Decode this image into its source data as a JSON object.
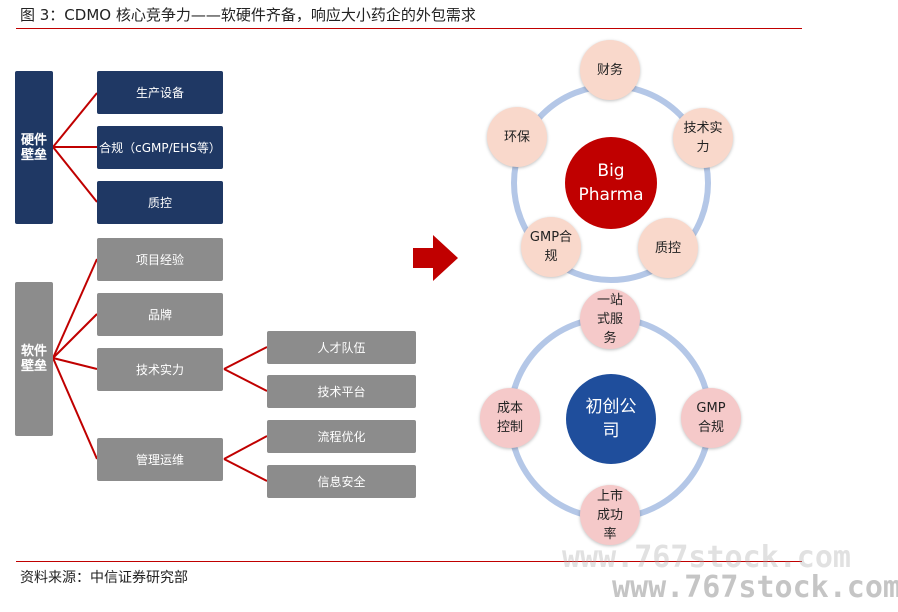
{
  "title": "图 3：CDMO 核心竞争力——软硬件齐备，响应大小药企的外包需求",
  "source": "资料来源：中信证券研究部",
  "left": {
    "hardware_label": "硬件壁垒",
    "software_label": "软件壁垒",
    "hardware_items": [
      "生产设备",
      "合规（cGMP/EHS等）",
      "质控"
    ],
    "software_items": [
      "项目经验",
      "品牌",
      "技术实力",
      "管理运维"
    ],
    "tech_sub": [
      "人才队伍",
      "技术平台"
    ],
    "mgmt_sub": [
      "流程优化",
      "信息安全"
    ]
  },
  "big_pharma": {
    "center": "Big Pharma",
    "nodes": [
      "财务",
      "技术实力",
      "质控",
      "GMP合规",
      "环保"
    ]
  },
  "startup": {
    "center": "初创公司",
    "nodes": [
      "一站式服务",
      "GMP合规",
      "上市成功率",
      "成本控制"
    ]
  },
  "colors": {
    "navy": "#1f3864",
    "grey": "#8c8c8c",
    "red": "#c00000",
    "blue": "#1f4e9c",
    "ring": "#b4c7e7",
    "peach": "#f9d8cb"
  },
  "watermark": "www.767stock.com"
}
